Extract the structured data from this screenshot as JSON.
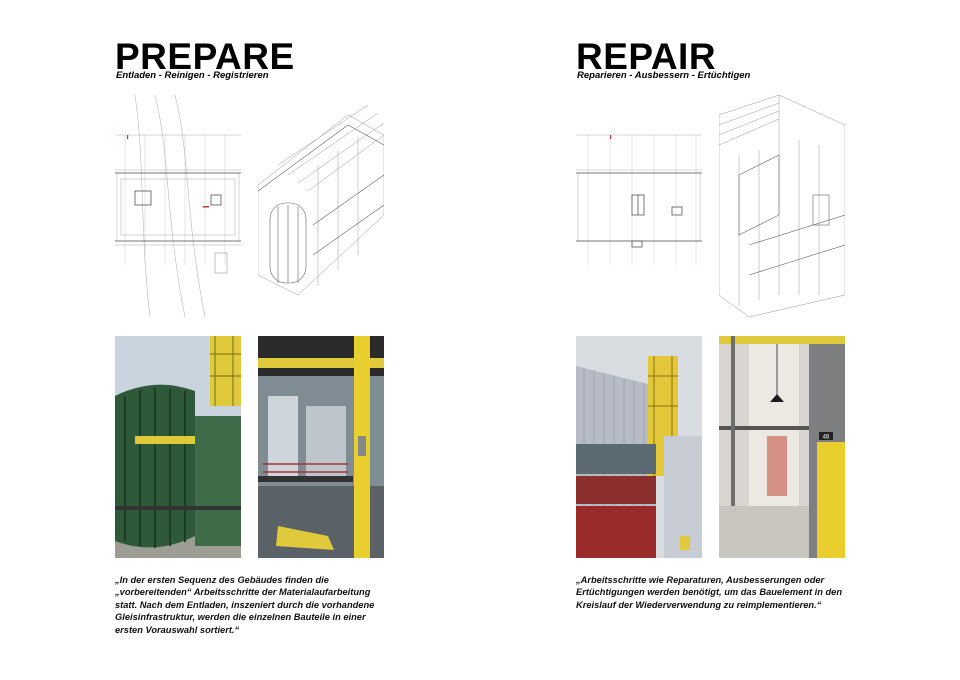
{
  "prepare": {
    "title": "PREPARE",
    "subtitle": "Entladen - Reinigen - Registrieren",
    "caption": "„In der ersten Sequenz des Gebäudes finden die „vorbereitenden“ Arbeitsschritte der Materialaufarbeitung statt. Nach dem Entladen, inszeniert durch die vorhandene Gleisinfrastruktur, werden die einzelnen Bauteile in einer ersten Vorauswahl sortiert.“"
  },
  "repair": {
    "title": "REPAIR",
    "subtitle": "Reparieren - Ausbessern - Ertüchtigen",
    "caption": "„Arbeitsschritte wie Reparaturen, Ausbesserungen oder Ertüchtigungen werden benötigt, um das Bauelement in den Kreislauf der Wiederverwendung zu reimplementieren.“",
    "door_sign": "48"
  },
  "colors": {
    "yellow": "#e8cf2e",
    "green": "#2f5a3a",
    "red": "#9b2b2b",
    "line": "#9a9a9a"
  }
}
